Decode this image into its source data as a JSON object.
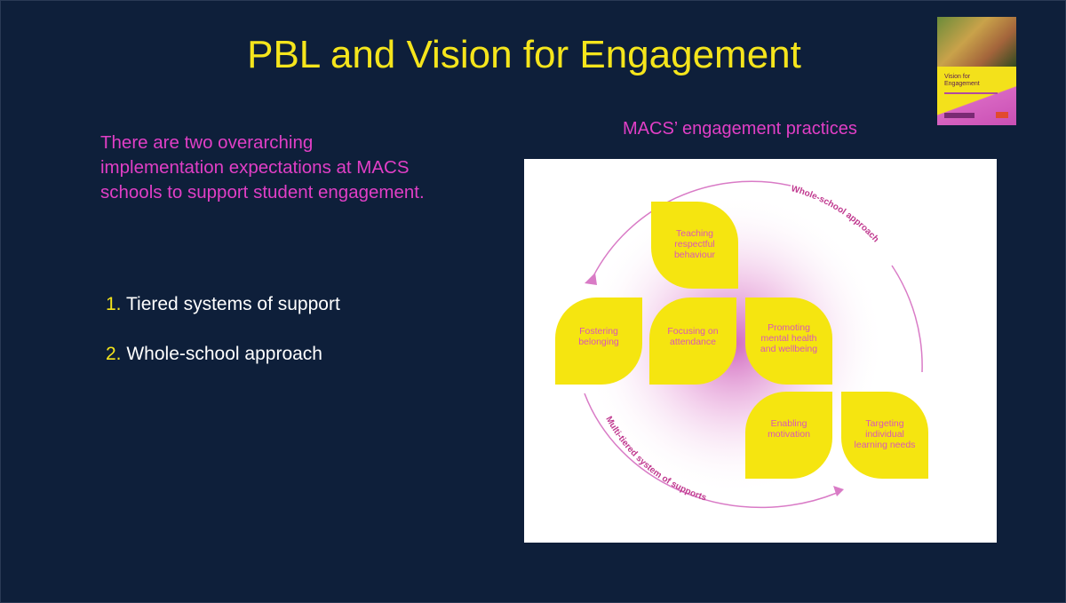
{
  "slide": {
    "title": "PBL and Vision for Engagement",
    "intro_text": "There are two overarching implementation expectations at MACS schools to support student engagement.",
    "list": [
      {
        "number": "1.",
        "text": "Tiered systems of support"
      },
      {
        "number": "2.",
        "text": "Whole-school approach"
      }
    ],
    "diagram_caption": "MACS’ engagement practices"
  },
  "cover": {
    "title_line1": "Vision for",
    "title_line2": "Engagement"
  },
  "diagram": {
    "outer_labels": {
      "top": "Whole-school approach",
      "bottom": "Multi-tiered system of supports"
    },
    "leaves": {
      "teaching": [
        "Teaching",
        "respectful",
        "behaviour"
      ],
      "fostering": [
        "Fostering",
        "belonging"
      ],
      "attendance": [
        "Focusing on",
        "attendance"
      ],
      "promoting": [
        "Promoting",
        "mental health",
        "and wellbeing"
      ],
      "motivation": [
        "Enabling",
        "motivation"
      ],
      "targeting": [
        "Targeting",
        "individual",
        "learning needs"
      ]
    }
  },
  "colors": {
    "background": "#0e1f3a",
    "title_yellow": "#f5e51c",
    "magenta_text": "#e13fc6",
    "leaf_yellow": "#f5e510",
    "leaf_text": "#d957b7",
    "ring": "#c0398f"
  }
}
